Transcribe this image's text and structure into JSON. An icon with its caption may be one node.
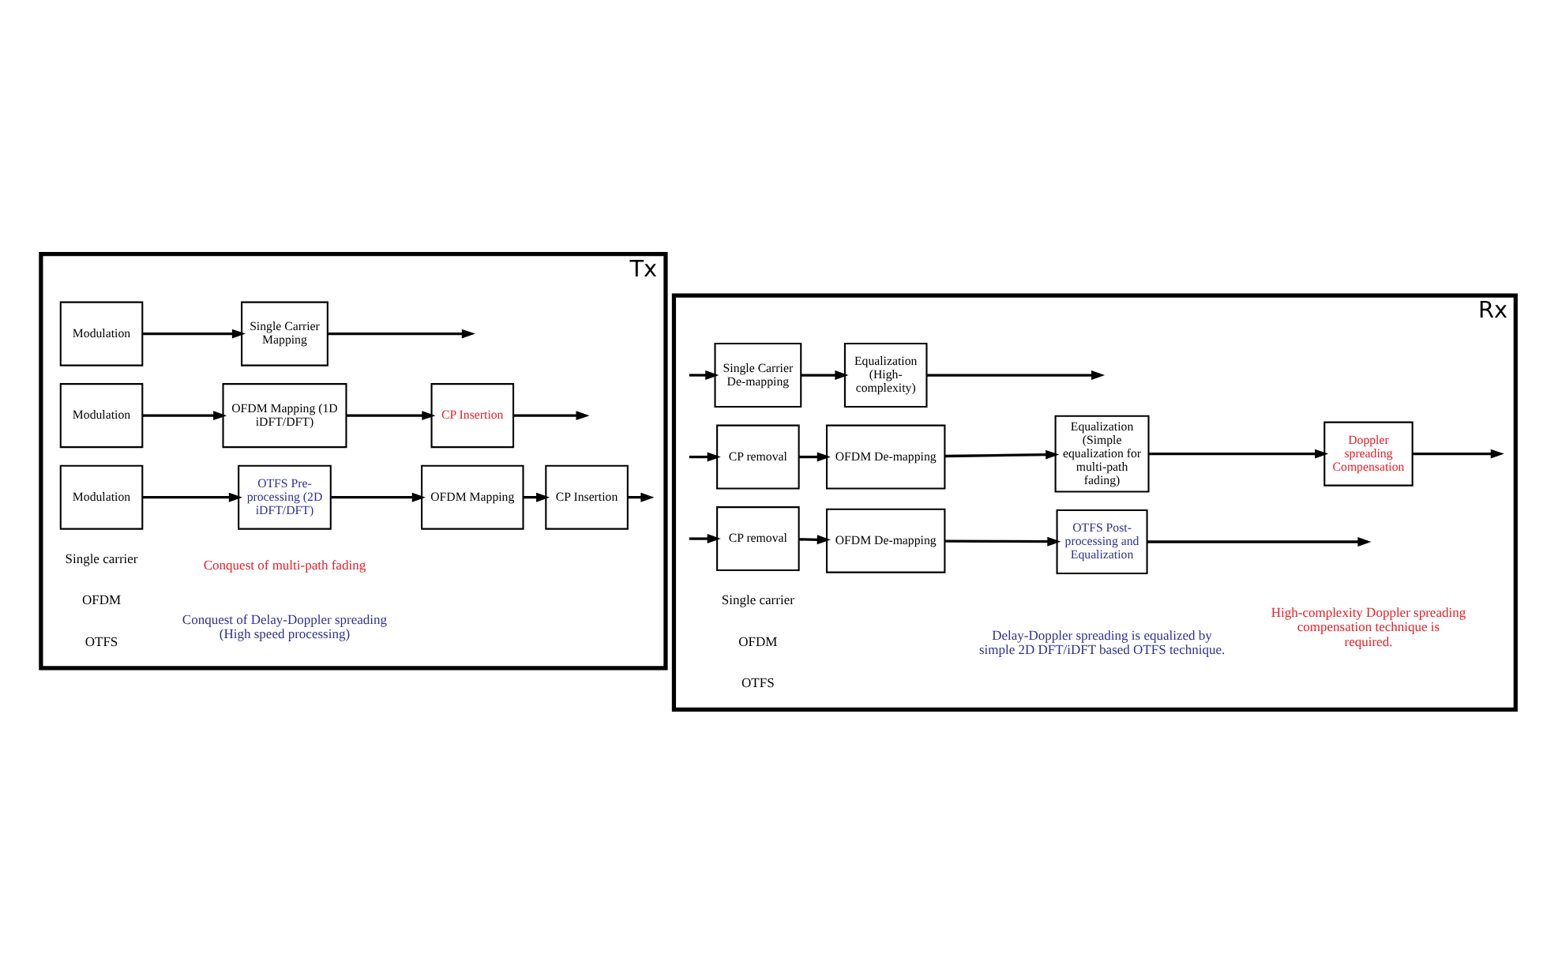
{
  "diagram": {
    "nodes": [
      {
        "text": [
          "Tx"
        ]
      },
      {
        "text": [
          "Modulation"
        ],
        "in": 0
      },
      {
        "text": [
          "Single Carrier Mapping"
        ],
        "in": 0
      },
      {
        "text": [
          "Modulation"
        ],
        "in": 0
      },
      {
        "text": [
          "OFDM Mapping (1D iDFT/DFT)"
        ],
        "in": 0
      },
      {
        "text": [
          "CP Insertion"
        ],
        "in": 0
      },
      {
        "text": [
          "Modulation"
        ],
        "in": 0
      },
      {
        "text": [
          "OTFS Pre-processing (2D iDFT/DFT)"
        ],
        "in": 0
      },
      {
        "text": [
          "OFDM Mapping"
        ],
        "in": 0
      },
      {
        "text": [
          "CP Insertion"
        ],
        "in": 0
      },
      {
        "text": [
          "Rx"
        ]
      },
      {
        "text": [
          "Single Carrier De-mapping"
        ],
        "in": 10
      },
      {
        "text": [
          "Equalization (High-complexity)"
        ],
        "in": 10
      },
      {
        "text": [
          "CP removal"
        ],
        "in": 10
      },
      {
        "text": [
          "OFDM De-mapping"
        ],
        "in": 10
      },
      {
        "text": [
          "Equalization (Simple equalization for multi-path fading)"
        ],
        "in": 10
      },
      {
        "text": [
          "Doppler spreading Compensation"
        ],
        "in": 10
      },
      {
        "text": [
          "CP removal"
        ],
        "in": 10
      },
      {
        "text": [
          "OFDM De-mapping"
        ],
        "in": 10
      },
      {
        "text": [
          "OTFS Post-processing and Equalization"
        ],
        "in": 10
      }
    ],
    "edges": [
      {
        "from": 1,
        "to": 2,
        "arrow": "to"
      },
      {
        "from": 2,
        "to": null,
        "arrow": "to"
      },
      {
        "from": 3,
        "to": 4,
        "arrow": "to"
      },
      {
        "from": 4,
        "to": 5,
        "arrow": "to"
      },
      {
        "from": 5,
        "to": null,
        "arrow": "to"
      },
      {
        "from": 6,
        "to": 7,
        "arrow": "to"
      },
      {
        "from": 7,
        "to": 8,
        "arrow": "to"
      },
      {
        "from": 8,
        "to": 9,
        "arrow": "to"
      },
      {
        "from": 9,
        "to": null,
        "arrow": "to"
      },
      {
        "from": null,
        "to": 11,
        "arrow": "to"
      },
      {
        "from": 11,
        "to": 12,
        "arrow": "to"
      },
      {
        "from": 12,
        "to": null,
        "arrow": "to"
      },
      {
        "from": null,
        "to": 13,
        "arrow": "to"
      },
      {
        "from": 13,
        "to": 14,
        "arrow": "to"
      },
      {
        "from": 14,
        "to": 15,
        "arrow": "to"
      },
      {
        "from": 15,
        "to": 16,
        "arrow": "to"
      },
      {
        "from": 16,
        "to": null,
        "arrow": "to"
      },
      {
        "from": null,
        "to": 17,
        "arrow": "to"
      },
      {
        "from": 17,
        "to": 18,
        "arrow": "to"
      },
      {
        "from": 18,
        "to": 19,
        "arrow": "to"
      },
      {
        "from": 19,
        "to": null,
        "arrow": "to"
      }
    ],
    "labels": [
      "Single carrier",
      "OFDM",
      "Conquest of multi-path fading",
      "OTFS",
      "Conquest of Delay-Doppler spreading (High speed processing)",
      "Single carrier",
      "OFDM",
      "High-complexity Doppler spreading compensation technique is required.",
      "OTFS",
      "Delay-Doppler spreading is equalized by simple 2D DFT/iDFT based OTFS technique."
    ]
  }
}
